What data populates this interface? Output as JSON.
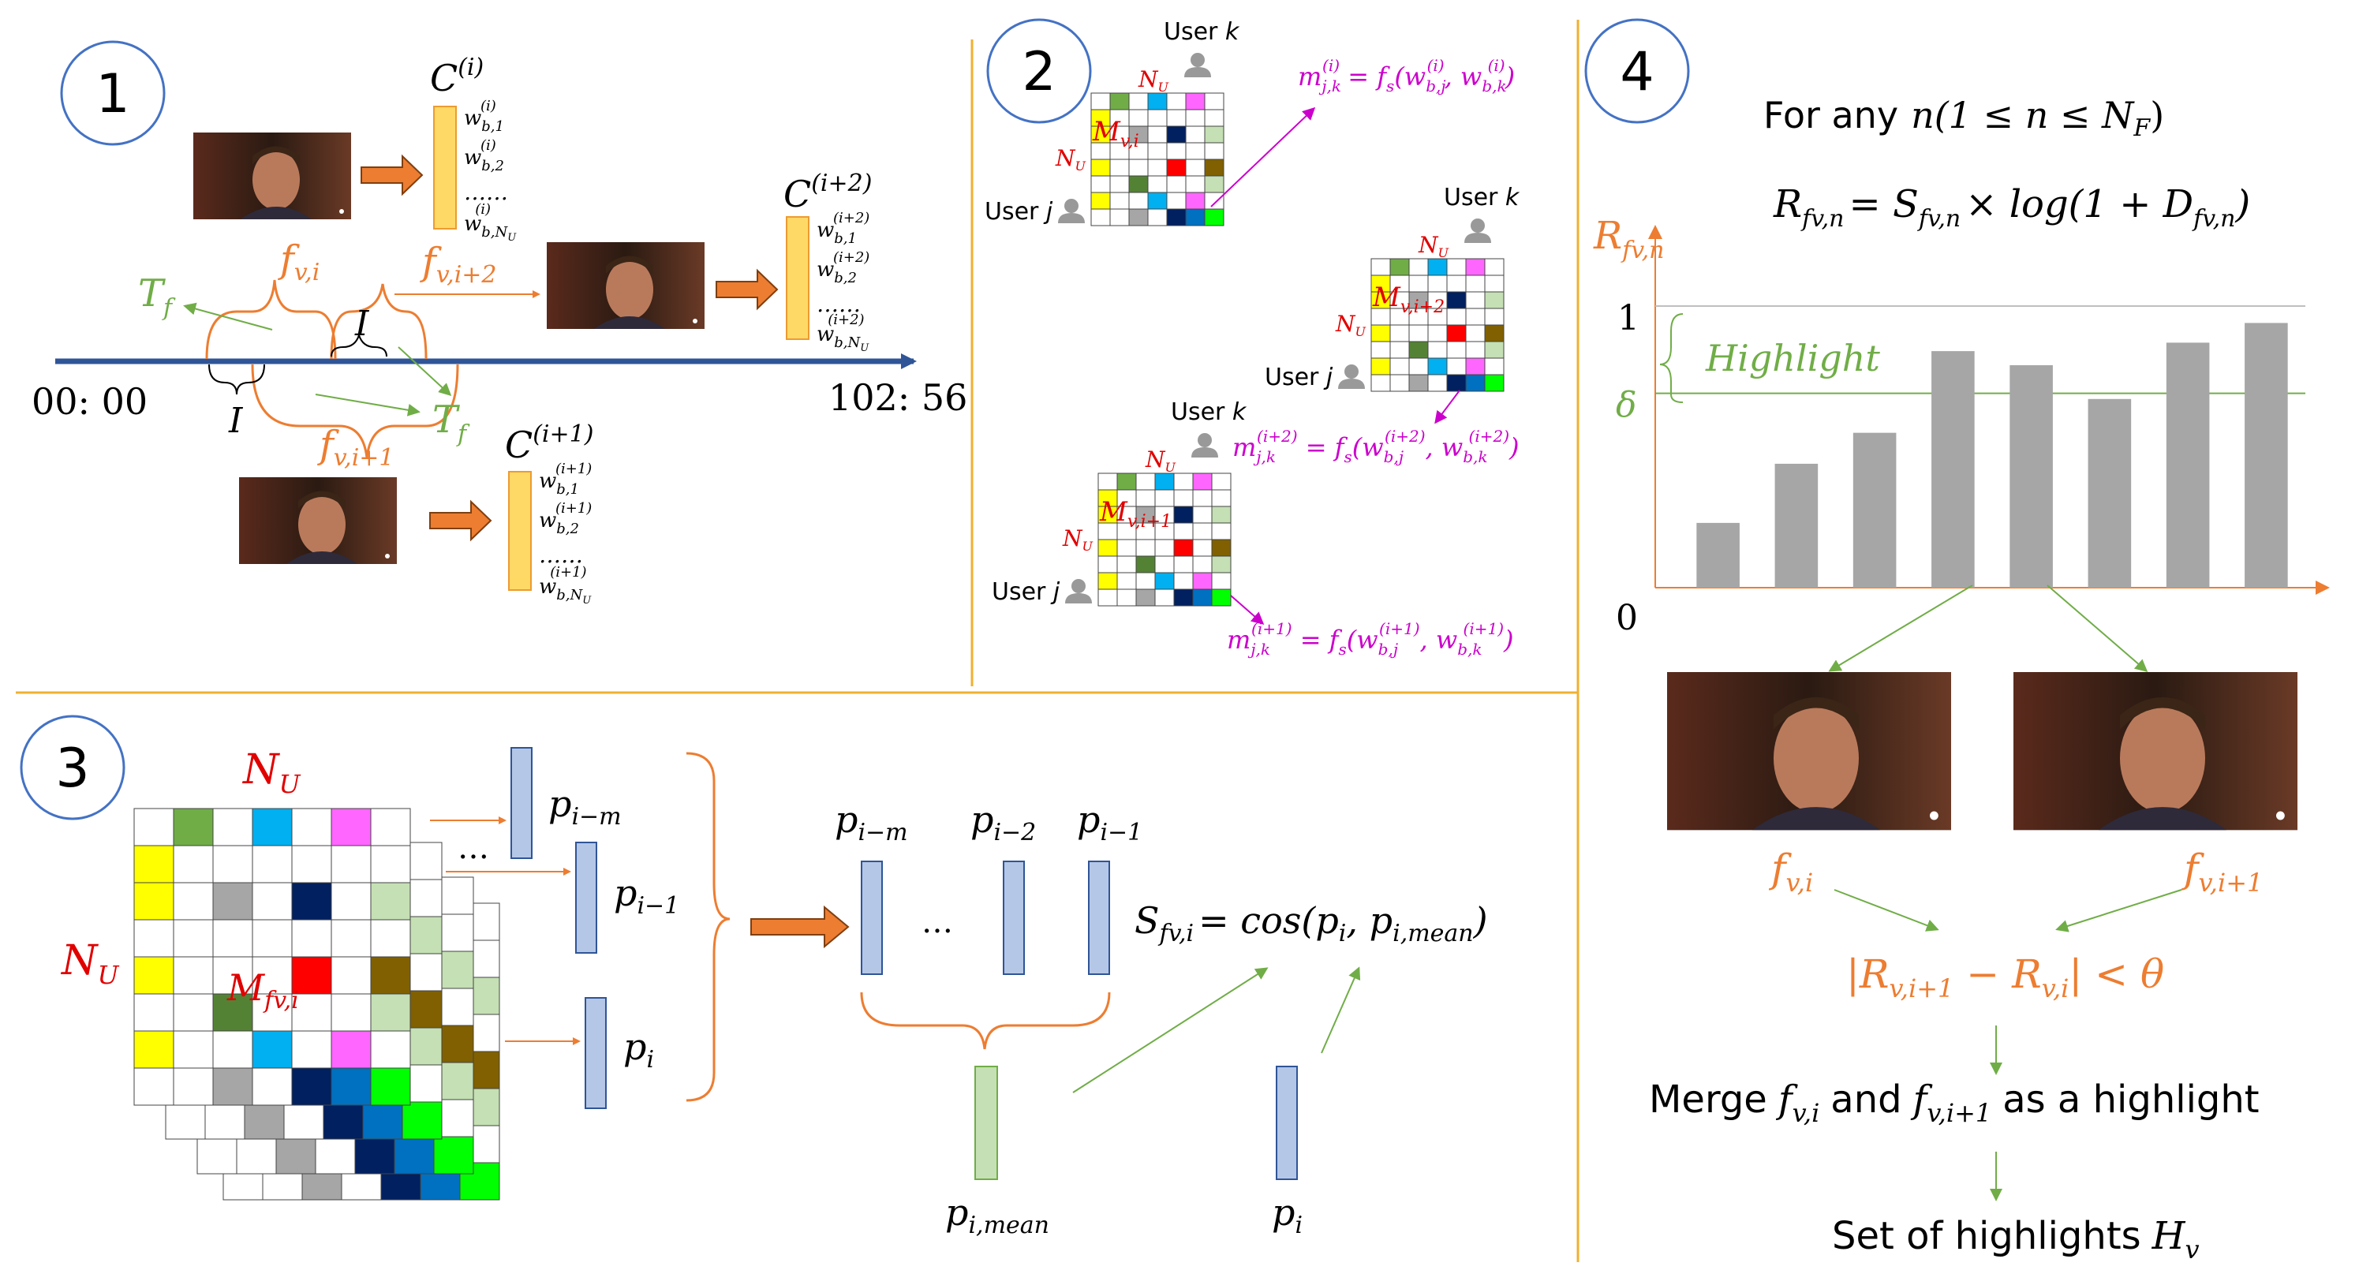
{
  "panels": {
    "p1": {
      "num": "1"
    },
    "p2": {
      "num": "2"
    },
    "p3": {
      "num": "3"
    },
    "p4": {
      "num": "4"
    }
  },
  "timeline": {
    "start": "00: 00",
    "end": "102: 56"
  },
  "labels": {
    "fvi": "f",
    "fvi_sub": "v,i",
    "fvi1_sub": "v,i+1",
    "fvi2_sub": "v,i+2",
    "Tf": "T",
    "Tf_sub": "f",
    "I": "I",
    "C": "C",
    "Ci_sup": "(i)",
    "Ci1_sup": "(i+1)",
    "Ci2_sup": "(i+2)",
    "w": "w",
    "w1_sub": "b,1",
    "w2_sub": "b,2",
    "wN_sub": "b,N",
    "wN_subsub": "U",
    "dots": "……",
    "userk": "User",
    "userj": "User",
    "k": "k",
    "j": "j",
    "NU": "N",
    "NU_sub": "U",
    "M": "M",
    "mjk": "m",
    "mjk_sub": "j,k",
    "fs": "= f",
    "fs_sub": "s",
    "wbj_sub": "b,j",
    "wbk_sub": "b,k",
    "p_im": "p",
    "p_im_sub": "i−m",
    "p_i1_sub": "i−1",
    "p_i2_sub": "i−2",
    "p_i_sub": "i",
    "p_mean_sub": "i,mean",
    "S": "S",
    "S_sub": "fv,i",
    "cos": "= cos(",
    "ellipsis": "…"
  },
  "panel4": {
    "for_any": "For any",
    "n_range": "n(1 ≤ n ≤ N",
    "NF_sub": "F",
    "formula_lhs": "R",
    "formula_sub": "fv,n",
    "formula_mid": "= S",
    "formula_times": "× log(1 + D",
    "y_label": "R",
    "y_label_sub": "fv,n",
    "tick_1": "1",
    "tick_0": "0",
    "delta": "δ",
    "highlight": "Highlight",
    "merge_prefix": "Merge",
    "merge_and": "and",
    "merge_suffix": "as a highlight",
    "cond_theta": "< θ",
    "set_text": "Set of highlights",
    "Hv": "H",
    "Hv_sub": "v"
  },
  "chart_data": {
    "type": "bar",
    "values": [
      0.23,
      0.44,
      0.55,
      0.84,
      0.79,
      0.67,
      0.87,
      0.94
    ],
    "ylim": [
      0,
      1
    ],
    "ylabel": "Rfv,n",
    "threshold_label": "δ",
    "band_label": "Highlight"
  },
  "colors": {
    "orange": "#ed7d31",
    "green": "#70ad47",
    "magenta": "#cc00cc",
    "red": "#e00000",
    "blue_line": "#2f5597",
    "circle": "#4472c4",
    "bar": "#a6a6a6",
    "vec_blue": "#b4c7e7",
    "vec_green": "#c5e0b4",
    "colvec": "#ffd966",
    "divider": "#f0b030"
  }
}
